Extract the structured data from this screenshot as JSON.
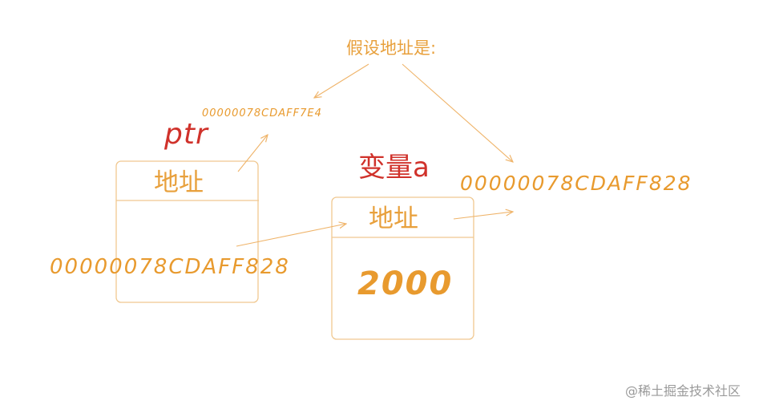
{
  "heading": "假设地址是:",
  "pointer": {
    "name": "ptr",
    "own_address": "00000078CDAFF7E4",
    "box_title": "地址",
    "stored_value": "00000078CDAFF828"
  },
  "variable": {
    "name": "变量a",
    "own_address": "00000078CDAFF828",
    "box_title": "地址",
    "value": "2000"
  },
  "watermark": "@稀土掘金技术社区",
  "colors": {
    "box_stroke": "#f0c890",
    "arrow": "#efb46a",
    "orange_text": "#e89a2e",
    "red_text": "#d0322b",
    "watermark": "#9a9a9a"
  }
}
